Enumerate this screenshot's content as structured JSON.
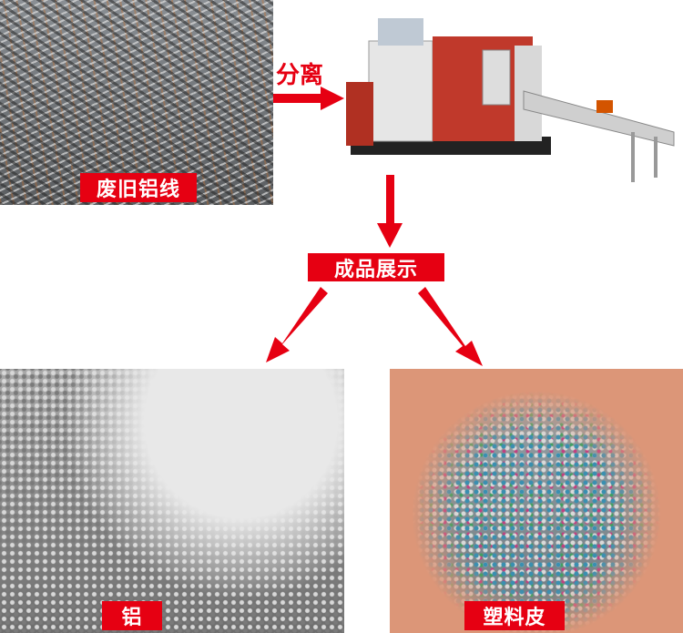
{
  "labels": {
    "input": "废旧铝线",
    "process": "分离",
    "showcase": "成品展示",
    "output_aluminum": "铝",
    "output_plastic": "塑料皮"
  },
  "colors": {
    "accent": "#e60012",
    "machine_frame": "#e8e8e8",
    "machine_body": "#c0392b"
  }
}
